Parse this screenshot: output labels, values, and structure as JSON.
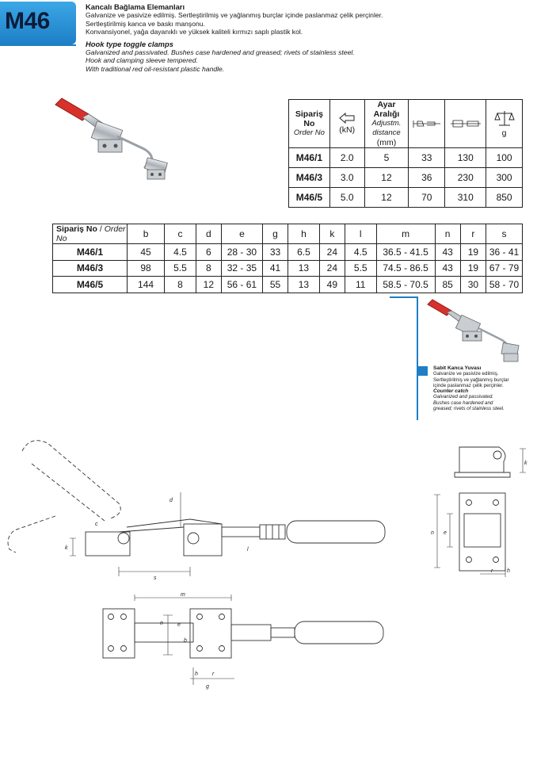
{
  "badge": {
    "code": "M46"
  },
  "intro": {
    "title_tr": "Kancalı Bağlama Elemanları",
    "lines_tr": [
      "Galvanize ve pasivize edilmiş. Sertleştirilmiş ve yağlanmış burçlar içinde paslanmaz çelik perçinler.",
      "Sertleştirilmiş kanca ve baskı manşonu.",
      "Konvansiyonel, yağa dayanıklı ve yüksek kaliteli kırmızı saplı plastik kol."
    ],
    "title_en": "Hook type toggle clamps",
    "lines_en": [
      "Galvanized and passivated. Bushes case hardened and greased; rivets of stainless steel.",
      "Hook and  clamping sleeve tempered.",
      "With traditional red oil-resistant plastic handle."
    ]
  },
  "table1": {
    "order_tr": "Sipariş No",
    "order_en": "Order No",
    "force_unit": "(kN)",
    "adj_tr": "Ayar Aralığı",
    "adj_en_1": "Adjustm.",
    "adj_en_2": "distance",
    "adj_unit": "(mm)",
    "weight_unit": "g",
    "rows": [
      {
        "order": "M46/1",
        "force": "2.0",
        "adj": "5",
        "c3": "33",
        "c4": "130",
        "weight": "100"
      },
      {
        "order": "M46/3",
        "force": "3.0",
        "adj": "12",
        "c3": "36",
        "c4": "230",
        "weight": "300"
      },
      {
        "order": "M46/5",
        "force": "5.0",
        "adj": "12",
        "c3": "70",
        "c4": "310",
        "weight": "850"
      }
    ]
  },
  "table2": {
    "order_tr": "Sipariş No",
    "sep": " / ",
    "order_en": "Order No",
    "headers": [
      "b",
      "c",
      "d",
      "e",
      "g",
      "h",
      "k",
      "l",
      "m",
      "n",
      "r",
      "s"
    ],
    "rows": [
      {
        "order": "M46/1",
        "values": [
          "45",
          "4.5",
          "6",
          "28 - 30",
          "33",
          "6.5",
          "24",
          "4.5",
          "36.5 - 41.5",
          "43",
          "19",
          "36 - 41"
        ]
      },
      {
        "order": "M46/3",
        "values": [
          "98",
          "5.5",
          "8",
          "32 - 35",
          "41",
          "13",
          "24",
          "5.5",
          "74.5 - 86.5",
          "43",
          "19",
          "67 - 79"
        ]
      },
      {
        "order": "M46/5",
        "values": [
          "144",
          "8",
          "12",
          "56 - 61",
          "55",
          "13",
          "49",
          "11",
          "58.5 - 70.5",
          "85",
          "30",
          "58 - 70"
        ]
      }
    ]
  },
  "callout": {
    "title_tr": "Sabit Kanca Yuvası",
    "lines_tr": [
      "Galvanize ve pasivize edilmiş.",
      "Sertleştirilmiş ve yağlanmış burçlar",
      "içinde paslanmaz çelik perçinler."
    ],
    "title_en": "Counter catch",
    "lines_en": [
      "Galvanized and passivated.",
      "Bushes case hardened and",
      "greased; rivets of  stainless steel."
    ]
  },
  "drawing_labels": {
    "side": [
      "d",
      "c",
      "k",
      "s",
      "l"
    ],
    "top": [
      "m",
      "e",
      "n",
      "b",
      "h",
      "r",
      "g"
    ],
    "catch": [
      "k",
      "n",
      "e",
      "r",
      "h"
    ]
  },
  "colors": {
    "brand_blue": "#1e7fc6",
    "handle_red": "#d8312b",
    "metal": "#b9bec4"
  }
}
